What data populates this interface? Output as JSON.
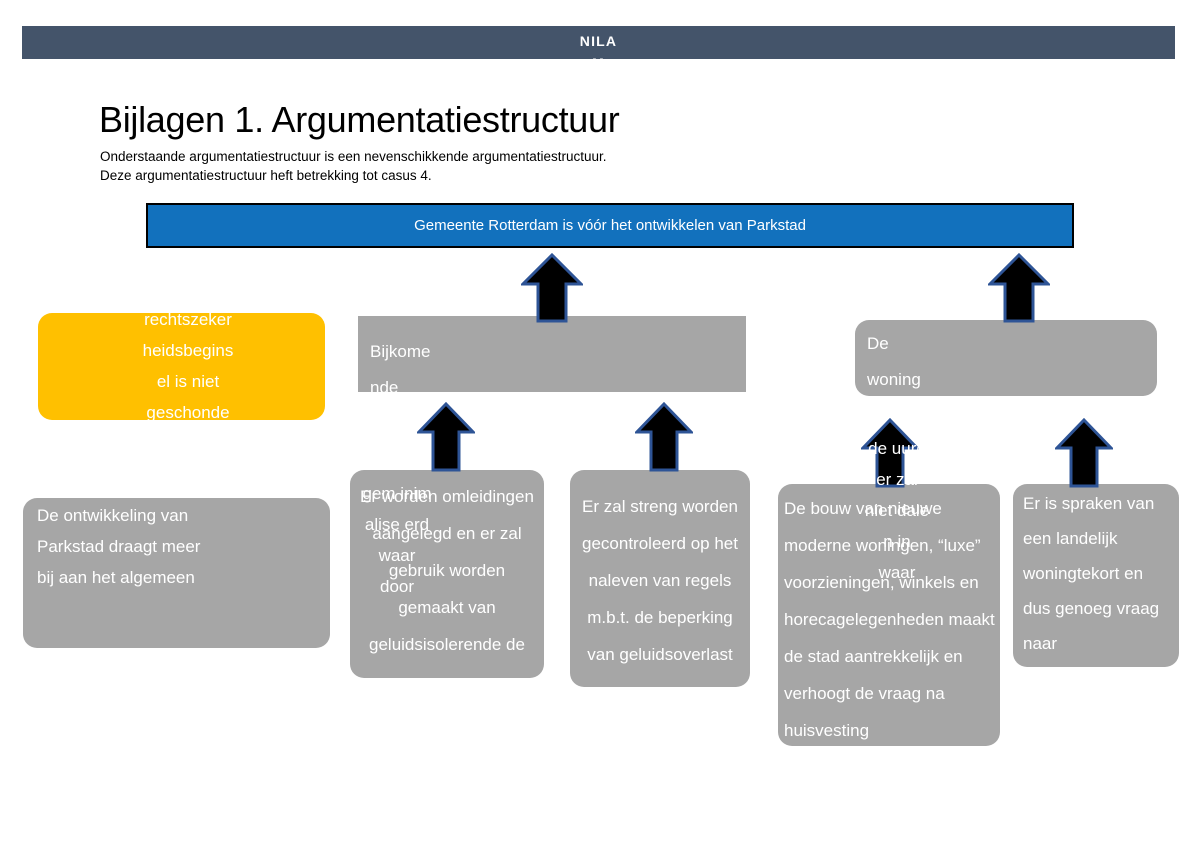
{
  "header": {
    "brand": "NILA\nM"
  },
  "title": "Bijlagen 1. Argumentatiestructuur",
  "subtitle": {
    "line1": "Onderstaande argumentatiestructuur is een nevenschikkende argumentatiestructuur.",
    "line2": "Deze argumentatiestructuur heft betrekking tot casus 4."
  },
  "colors": {
    "header_band": "#44546a",
    "claim_blue": "#1271bd",
    "highlight_yellow": "#ffc000",
    "node_gray": "#a6a6a6",
    "arrow_fill": "#000000",
    "arrow_outline": "#2e5496"
  },
  "diagram": {
    "claim": {
      "label": "Gemeente Rotterdam is vóór het ontwikkelen van Parkstad"
    },
    "nodes": [
      {
        "id": "yellow",
        "label": "Het materiële rechtszekerheidsbeginsel is niet geschonden",
        "color": "#ffc000"
      },
      {
        "id": "bijkomende",
        "label": "Bijkomende",
        "overflow": "word t gem inim alise erd waar door",
        "color": "#a6a6a6"
      },
      {
        "id": "dewoning",
        "label": "De woning",
        "overflow": "de uurd er zal niet dale n in waar",
        "color": "#a6a6a6"
      },
      {
        "id": "ontwikkeling",
        "label": "De ontwikkeling van Parkstad draagt meer bij aan het algemeen",
        "color": "#a6a6a6"
      },
      {
        "id": "omleidingen",
        "label": "Er worden omleidingen aangelegd en er zal gebruik worden gemaakt van geluidsisolerende de",
        "color": "#a6a6a6"
      },
      {
        "id": "controle",
        "label": "Er zal streng worden gecontroleerd op het naleven van regels m.b.t. de beperking van geluidsoverlast",
        "color": "#a6a6a6"
      },
      {
        "id": "bouw",
        "label": "De bouw van nieuwe moderne woningen, “luxe” voorzieningen, winkels en horecagelegenheden maakt de stad aantrekkelijk en verhoogt de vraag na huisvesting",
        "color": "#a6a6a6"
      },
      {
        "id": "tekort",
        "label": "Er is spraken van een landelijk woningtekort en dus genoeg vraag naar",
        "color": "#a6a6a6"
      }
    ],
    "arrows": [
      {
        "id": "arrow-bijkomende-to-claim",
        "name": "up-arrow-icon"
      },
      {
        "id": "arrow-dewoning-to-claim",
        "name": "up-arrow-icon"
      },
      {
        "id": "arrow-omleidingen-to-bijkomende",
        "name": "up-arrow-icon"
      },
      {
        "id": "arrow-controle-to-bijkomende",
        "name": "up-arrow-icon"
      },
      {
        "id": "arrow-bouw-to-dewoning",
        "name": "up-arrow-icon"
      },
      {
        "id": "arrow-tekort-to-dewoning",
        "name": "up-arrow-icon"
      }
    ]
  }
}
